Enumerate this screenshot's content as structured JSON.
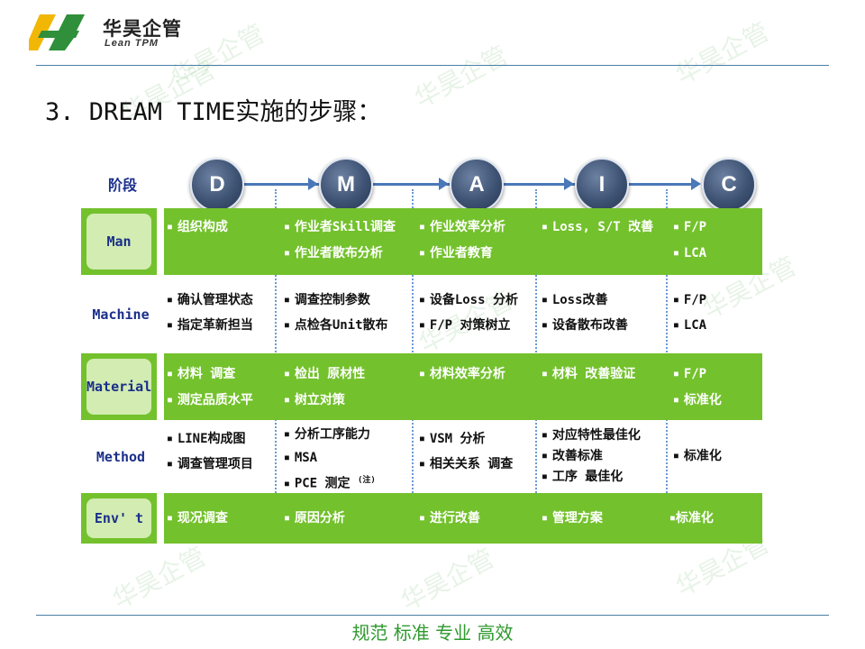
{
  "header": {
    "logo_cn": "华昊企管",
    "logo_en": "Lean TPM",
    "title": "3. DREAM TIME实施的步骤："
  },
  "footer": {
    "text": "规范 标准 专业 高效"
  },
  "watermark_text": "华昊企管",
  "table": {
    "phase_label": "阶段",
    "phases": [
      "D",
      "M",
      "A",
      "I",
      "C"
    ],
    "rows": [
      {
        "label": "Man",
        "highlight": true,
        "cells": [
          [
            "组织构成"
          ],
          [
            "作业者Skill调查",
            "作业者散布分析"
          ],
          [
            "作业效率分析",
            "作业者教育"
          ],
          [
            "Loss, S/T 改善"
          ],
          [
            "F/P",
            "LCA"
          ]
        ]
      },
      {
        "label": "Machine",
        "highlight": false,
        "cells": [
          [
            "确认管理状态",
            "指定革新担当"
          ],
          [
            "调查控制参数",
            "点检各Unit散布"
          ],
          [
            "设备Loss 分析",
            "F/P 对策树立"
          ],
          [
            "Loss改善",
            "设备散布改善"
          ],
          [
            "F/P",
            "LCA"
          ]
        ]
      },
      {
        "label": "Material",
        "highlight": true,
        "cells": [
          [
            "材料 调查",
            "测定品质水平"
          ],
          [
            "检出 原材性",
            "树立对策"
          ],
          [
            "材料效率分析"
          ],
          [
            "材料 改善验证"
          ],
          [
            "F/P",
            "标准化"
          ]
        ]
      },
      {
        "label": "Method",
        "highlight": false,
        "cells": [
          [
            "LINE构成图",
            "调查管理项目"
          ],
          [
            "分析工序能力",
            "MSA",
            "PCE 测定"
          ],
          [
            "VSM 分析",
            "相关关系 调查"
          ],
          [
            "对应特性最佳化",
            "改善标准",
            "工序 最佳化"
          ],
          [
            "标准化"
          ]
        ]
      },
      {
        "label": "Env' t",
        "highlight": true,
        "cells": [
          [
            "现况调查"
          ],
          [
            "原因分析"
          ],
          [
            "进行改善"
          ],
          [
            "管理方案"
          ],
          [
            "标准化"
          ]
        ]
      }
    ],
    "note_mark": "(注)"
  },
  "colors": {
    "band_green": "#73c12c",
    "label_text": "#1a2f8a",
    "circle": "#3e5273",
    "footer_green": "#2e9a2e"
  }
}
